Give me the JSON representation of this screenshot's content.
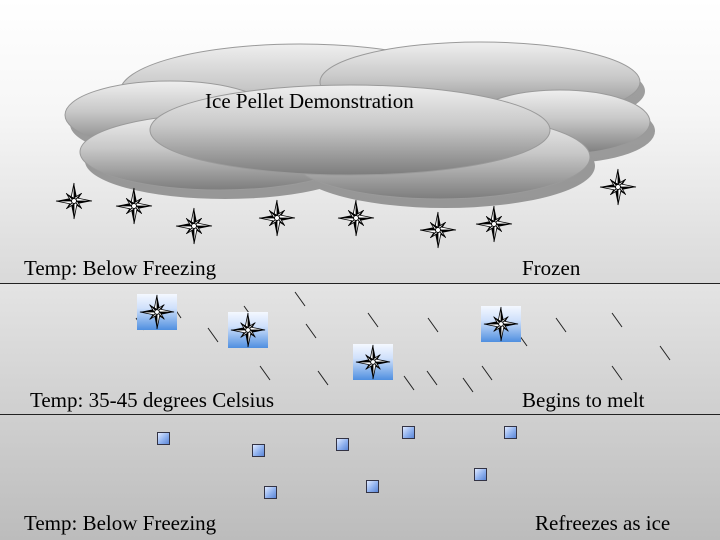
{
  "cloud": {
    "title": "Ice Pellet Demonstration"
  },
  "layers": [
    {
      "id": "sky",
      "left_label": "Temp: Below Freezing",
      "right_label": "Frozen"
    },
    {
      "id": "mid",
      "left_label": "Temp: 35-45 degrees Celsius",
      "right_label": "Begins to melt"
    },
    {
      "id": "ground",
      "left_label": "Temp: Below Freezing",
      "right_label": "Refreezes as ice"
    }
  ],
  "icons": {
    "snowflake": "compass-star-icon",
    "partially_melted_snowflake": "melting-snowflake-icon",
    "ice_pellet": "ice-pellet-icon",
    "rain": "rain-streak"
  },
  "colors": {
    "cloud_top": "#e8e8e8",
    "cloud_bottom": "#8a8a8a",
    "ice_pellet": "#8fb1ee",
    "melting_background": "#4f8fe0"
  }
}
